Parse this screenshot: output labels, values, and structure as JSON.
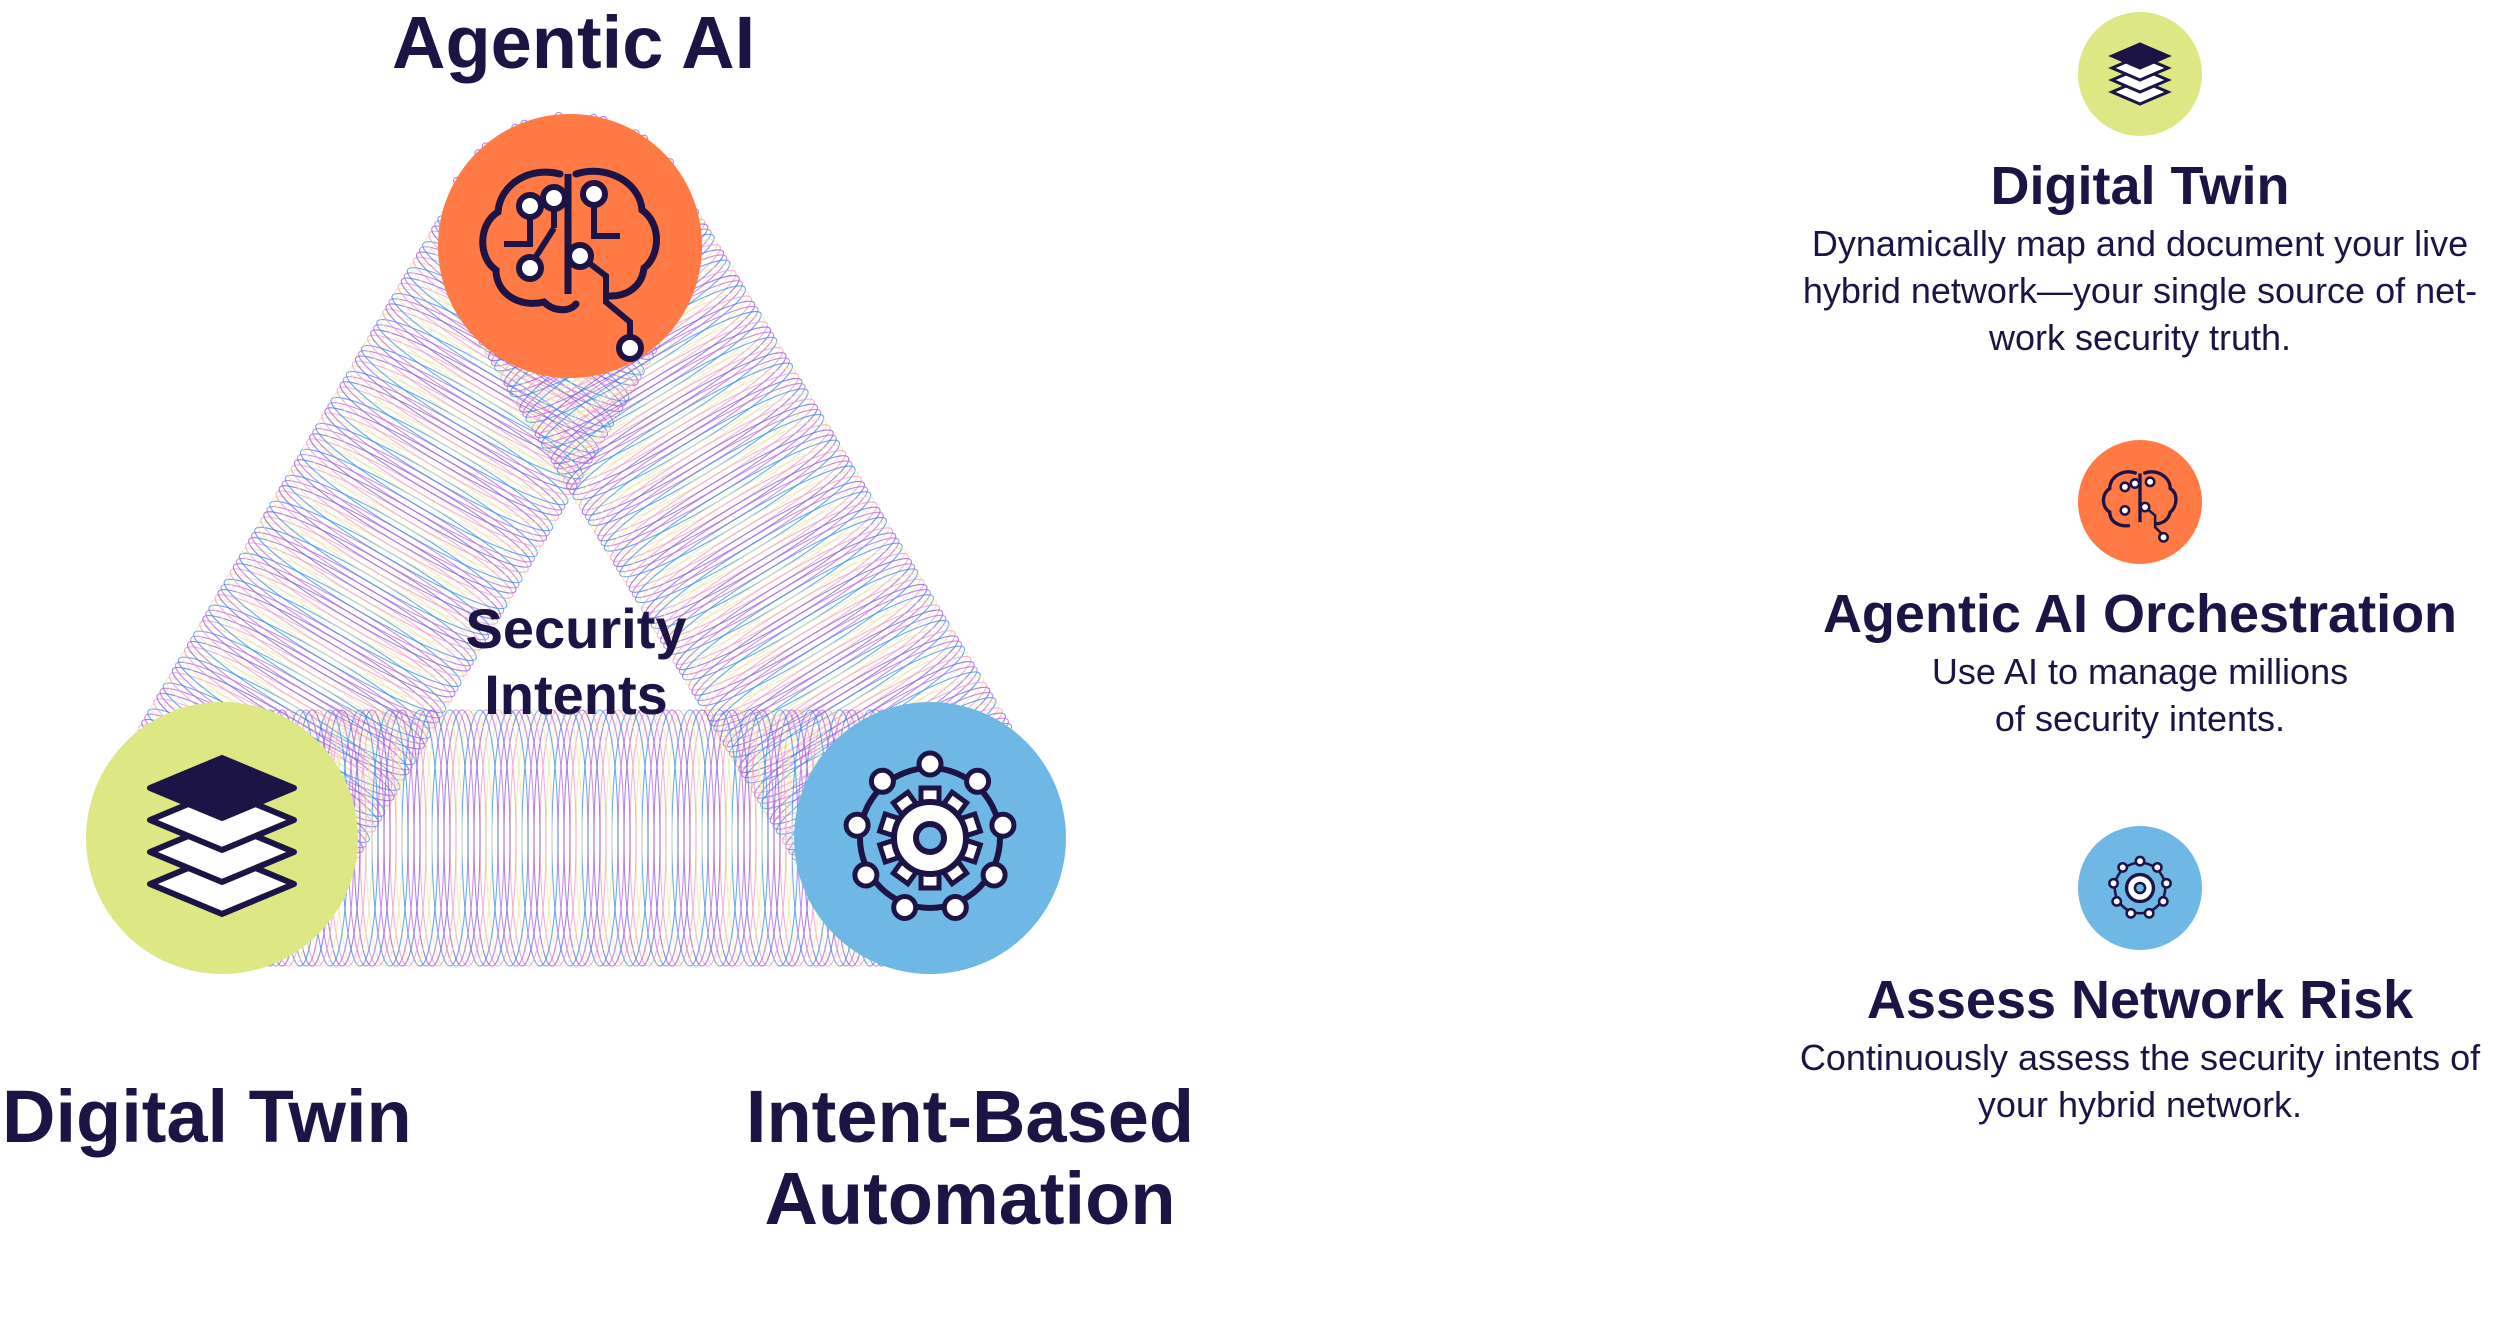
{
  "diagram": {
    "center_label": [
      "Security",
      "Intents"
    ],
    "nodes": {
      "top": {
        "label": "Agentic AI",
        "icon": "brain-circuit-icon",
        "color": "#ff7a45"
      },
      "left": {
        "label": "Digital Twin",
        "icon": "layers-icon",
        "color": "#dde784"
      },
      "right": {
        "label_lines": [
          "Intent-Based",
          "Automation"
        ],
        "icon": "gear-network-icon",
        "color": "#6fb8e6"
      }
    },
    "ring_colors": [
      "#8a5bd6",
      "#b86be0",
      "#3c8fe0",
      "#e9e6a8",
      "#f29cc0"
    ]
  },
  "features": [
    {
      "title": "Digital Twin",
      "description": "Dynamically map and document your live hybrid network—your single source of net-work security truth.",
      "icon": "layers-icon",
      "color": "#dde784"
    },
    {
      "title": "Agentic AI Orchestration",
      "description": "Use AI to manage millions of security intents.",
      "icon": "brain-circuit-icon",
      "color": "#ff7a45"
    },
    {
      "title": "Assess Network Risk",
      "description": "Continuously assess the security intents of your hybrid network.",
      "icon": "gear-network-icon",
      "color": "#6fb8e6"
    }
  ]
}
